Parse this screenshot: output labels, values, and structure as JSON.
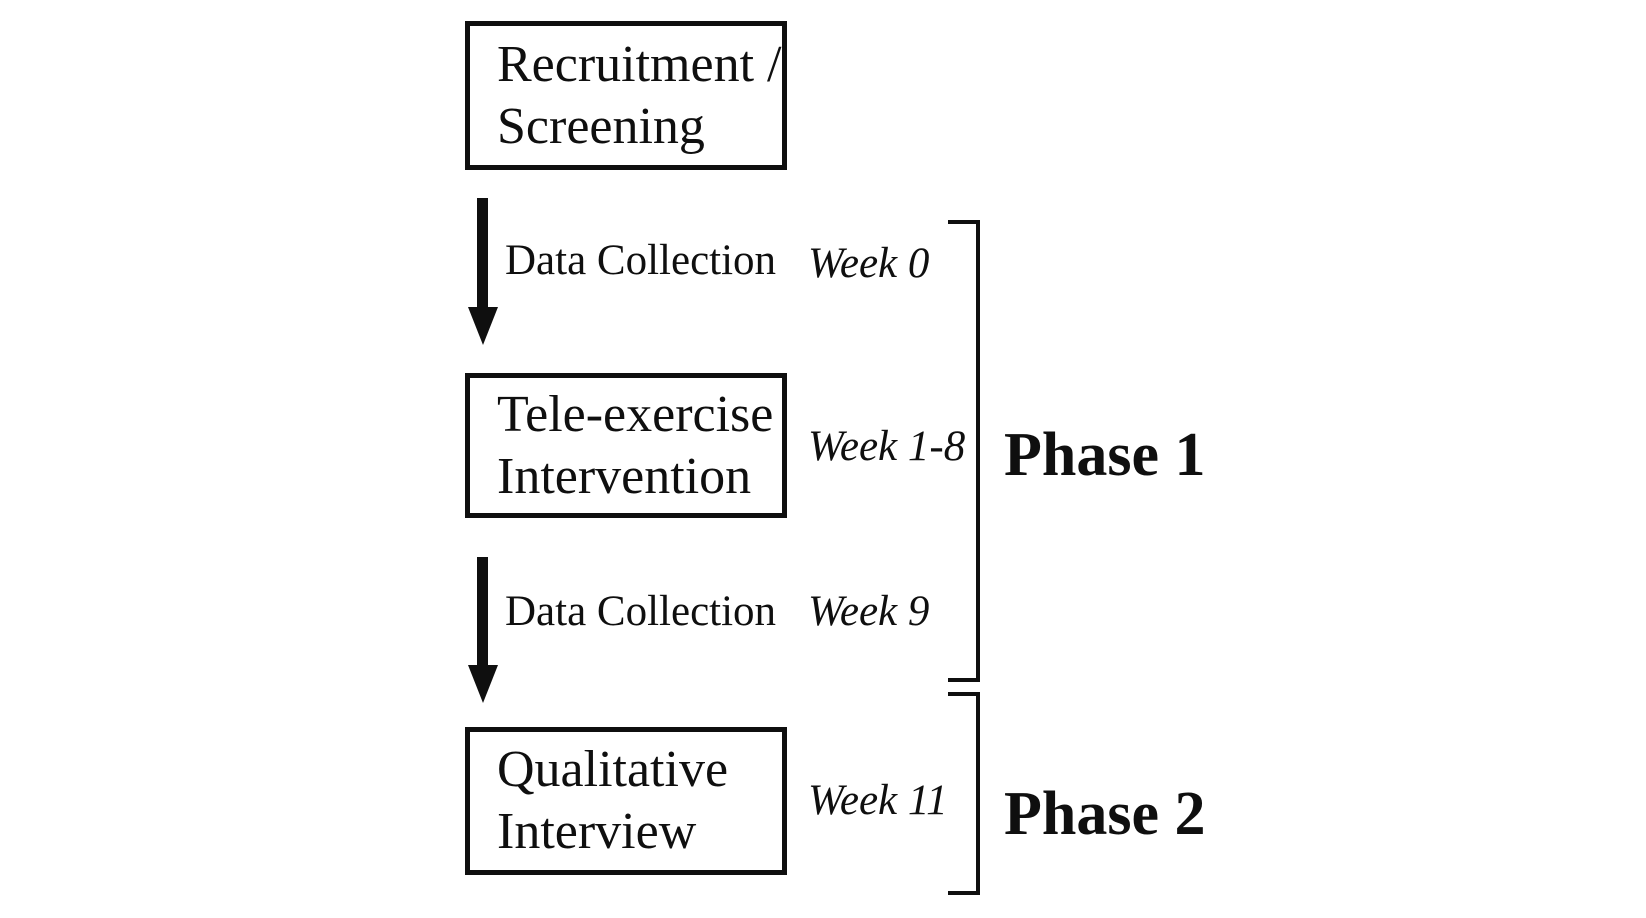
{
  "flow": {
    "boxes": [
      {
        "line1": "Recruitment /",
        "line2": "Screening"
      },
      {
        "line1": "Tele-exercise",
        "line2": "Intervention"
      },
      {
        "line1": "Qualitative",
        "line2": "Interview"
      }
    ],
    "arrows": [
      {
        "label": "Data Collection",
        "week": "Week 0"
      },
      {
        "label": "Data Collection",
        "week": "Week 9"
      }
    ],
    "weeks": {
      "intervention": "Week 1-8",
      "interview": "Week 11"
    },
    "phases": [
      {
        "label": "Phase 1"
      },
      {
        "label": "Phase 2"
      }
    ],
    "colors": {
      "ink": "#0f0f0f",
      "background": "#ffffff"
    }
  }
}
